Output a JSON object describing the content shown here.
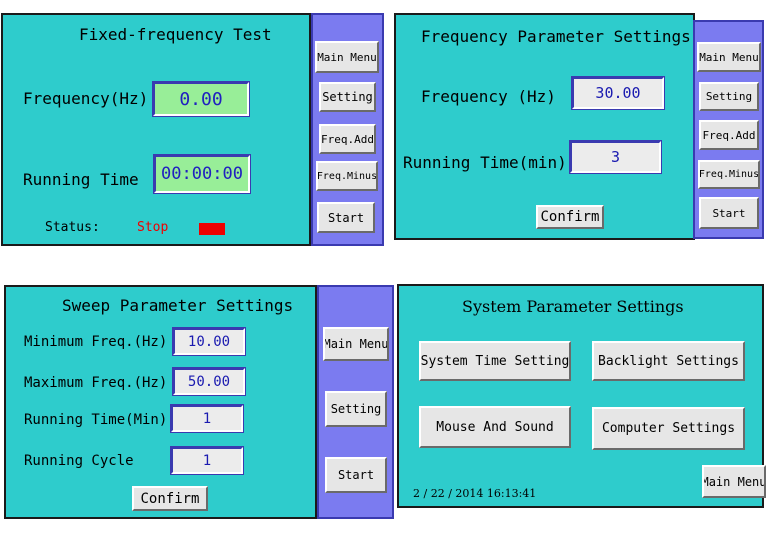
{
  "fixed": {
    "title": "Fixed-frequency Test",
    "frequency_label": "Frequency(Hz)",
    "frequency_value": "0.00",
    "time_label": "Running Time",
    "time_value": "00:00:00",
    "status_label": "Status:",
    "status_value": "Stop",
    "status_color": "#ee0000",
    "buttons": [
      "Main Menu",
      "Setting",
      "Freq.Add",
      "Freq.Minus",
      "Start"
    ]
  },
  "freq_settings": {
    "title": "Frequency Parameter Settings",
    "frequency_label": "Frequency (Hz)",
    "frequency_value": "30.00",
    "time_label": "Running Time(min)",
    "time_value": "3",
    "confirm": "Confirm",
    "buttons": [
      "Main Menu",
      "Setting",
      "Freq.Add",
      "Freq.Minus",
      "Start"
    ]
  },
  "sweep": {
    "title": "Sweep Parameter Settings",
    "rows": [
      {
        "label": "Minimum Freq.(Hz)",
        "value": "10.00"
      },
      {
        "label": "Maximum Freq.(Hz)",
        "value": "50.00"
      },
      {
        "label": "Running Time(Min)",
        "value": "1"
      },
      {
        "label": "Running Cycle",
        "value": "1"
      }
    ],
    "confirm": "Confirm",
    "buttons": [
      "Main Menu",
      "Setting",
      "Start"
    ]
  },
  "system": {
    "title": "System Parameter Settings",
    "buttons": [
      "System Time Setting",
      "Backlight Settings",
      "Mouse And Sound",
      "Computer Settings"
    ],
    "main_menu": "Main Menu",
    "datetime": "2 / 22 / 2014 16:13:41"
  },
  "colors": {
    "panel": "#2ecccc",
    "sidebar": "#7b7bf0",
    "field_green": "#98ee98"
  }
}
